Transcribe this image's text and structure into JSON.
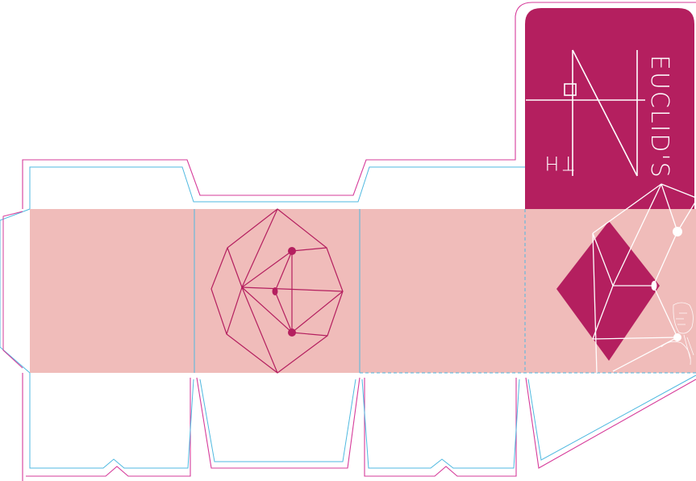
{
  "packaging": {
    "brand_name": "EUCLID'S",
    "logo_text": "TH"
  },
  "colors": {
    "band": "#f0bcba",
    "accent": "#b41f5f",
    "cut_line_magenta": "#d63b9a",
    "fold_line_cyan": "#4fb9e0",
    "white": "#ffffff"
  },
  "icons": [
    "polyhedron-outline-icon",
    "rhombic-polyhedron-icon",
    "euclid-portrait-sketch"
  ]
}
